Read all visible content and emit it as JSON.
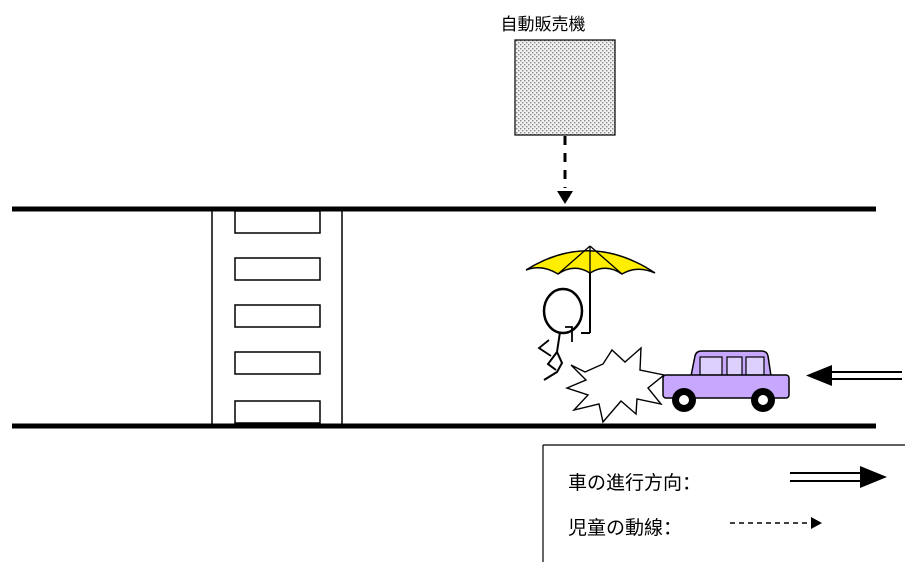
{
  "vending_machine": {
    "label": "自動販売機"
  },
  "legend": {
    "car_direction": "車の進行方向：",
    "child_path": "児童の動線："
  },
  "colors": {
    "umbrella": "#ffee00",
    "car_body": "#c8a8ff",
    "car_window": "#ddd0ff",
    "line": "#000000"
  }
}
